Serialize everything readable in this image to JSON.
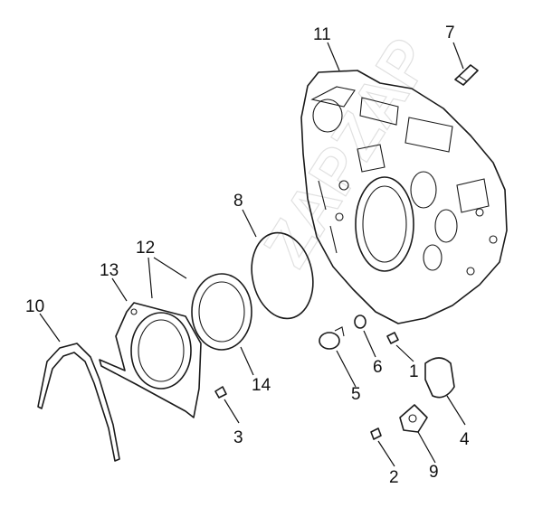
{
  "diagram": {
    "callouts": {
      "c1": "1",
      "c2": "2",
      "c3": "3",
      "c4": "4",
      "c5": "5",
      "c6": "6",
      "c7": "7",
      "c8": "8",
      "c9": "9",
      "c10": "10",
      "c11": "11",
      "c12": "12",
      "c13": "13",
      "c14": "14"
    },
    "watermark": "ZAPZAP"
  },
  "colors": {
    "line": "#1a1a1a",
    "background": "#ffffff",
    "watermark": "#c8c8c8"
  }
}
